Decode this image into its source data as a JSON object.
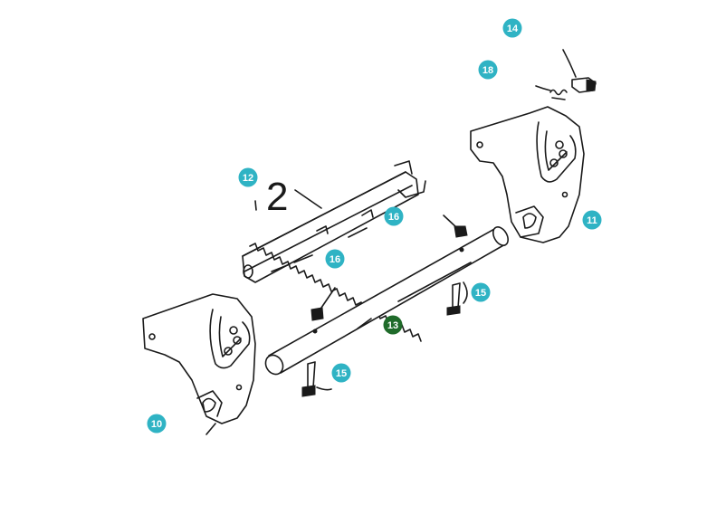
{
  "colors": {
    "badge": "#2fb3c4",
    "badge_highlight": "#1f6b2a",
    "line": "#1a1a1a",
    "background": "#ffffff"
  },
  "hand_label": "2",
  "callouts": [
    {
      "id": "callout-14",
      "label": "14",
      "highlight": false
    },
    {
      "id": "callout-18",
      "label": "18",
      "highlight": false
    },
    {
      "id": "callout-12",
      "label": "12",
      "highlight": false
    },
    {
      "id": "callout-16a",
      "label": "16",
      "highlight": false
    },
    {
      "id": "callout-16b",
      "label": "16",
      "highlight": false
    },
    {
      "id": "callout-11",
      "label": "11",
      "highlight": false
    },
    {
      "id": "callout-15a",
      "label": "15",
      "highlight": false
    },
    {
      "id": "callout-13",
      "label": "13",
      "highlight": true
    },
    {
      "id": "callout-15b",
      "label": "15",
      "highlight": false
    },
    {
      "id": "callout-10",
      "label": "10",
      "highlight": false
    }
  ]
}
